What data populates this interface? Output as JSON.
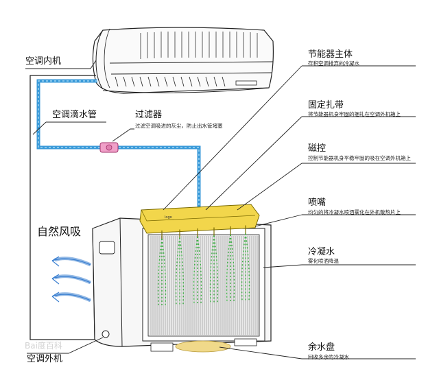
{
  "labels": {
    "indoor_unit": "空调内机",
    "drip_pipe": "空调滴水管",
    "filter_title": "过滤器",
    "filter_desc": "过滤空调吸进的灰尘，防止出水管堵塞",
    "natural_intake": "自然风吸",
    "outdoor_unit": "空调外机",
    "saver_body_title": "节能器主体",
    "saver_body_desc": "存积空调排弃的冷凝水",
    "strap_title": "固定扎带",
    "strap_desc": "将节能器机身牢固的捆扎在空调外机箱上",
    "magnet_title": "磁控",
    "magnet_desc": "控制节能器机身平稳牢固的吸在空调外机箱上",
    "nozzle_title": "喷嘴",
    "nozzle_desc": "均匀的将冷凝水喷洒雾化在外机散热片上",
    "condensate_title": "冷凝水",
    "condensate_desc": "雾化喷洒降温",
    "tray_title": "余水盘",
    "tray_desc": "回收多余的冷凝水"
  },
  "watermark": "Bai度百科",
  "colors": {
    "pipe": "#3a9ad9",
    "saver": "#f2d64b",
    "spray": "#3cb043",
    "arrow": "#3a7fd0",
    "filter": "#f0a0c8",
    "tray": "#f0d98a"
  }
}
